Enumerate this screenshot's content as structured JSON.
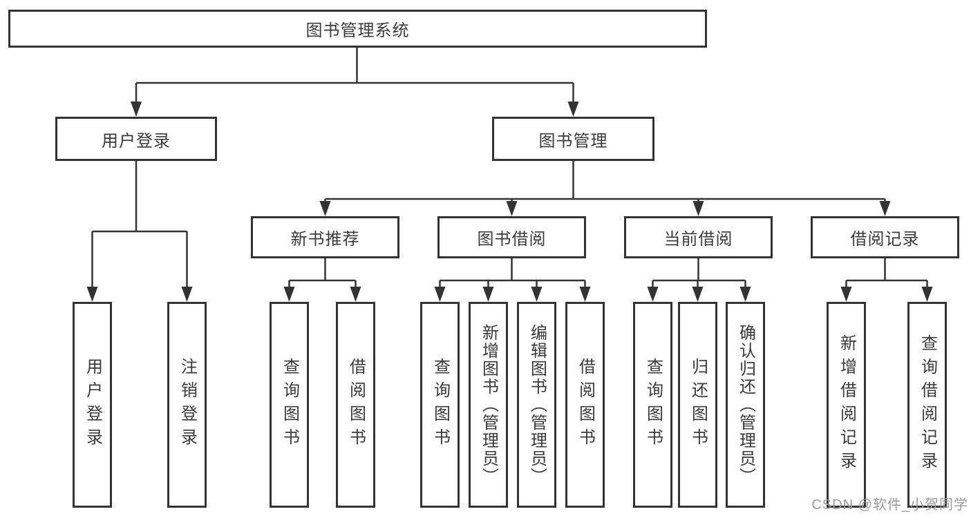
{
  "tree": {
    "root": {
      "label": "图书管理系统"
    },
    "branches": [
      {
        "label": "用户登录",
        "children": [
          {
            "label": "用户登录"
          },
          {
            "label": "注销登录"
          }
        ]
      },
      {
        "label": "图书管理",
        "groups": [
          {
            "label": "新书推荐",
            "children": [
              {
                "label": "查询图书"
              },
              {
                "label": "借阅图书"
              }
            ]
          },
          {
            "label": "图书借阅",
            "children": [
              {
                "label": "查询图书"
              },
              {
                "label": "新增图书（管理员）"
              },
              {
                "label": "编辑图书（管理员）"
              },
              {
                "label": "借阅图书"
              }
            ]
          },
          {
            "label": "当前借阅",
            "children": [
              {
                "label": "查询图书"
              },
              {
                "label": "归还图书"
              },
              {
                "label": "确认归还（管理员）"
              }
            ]
          },
          {
            "label": "借阅记录",
            "children": [
              {
                "label": "新增借阅记录"
              },
              {
                "label": "查询借阅记录"
              }
            ]
          }
        ]
      }
    ]
  },
  "watermark": {
    "text": "CSDN @软件_小贺同学"
  },
  "colors": {
    "line": "#333333",
    "text": "#3a3a3a",
    "box_background": "#ffffff",
    "watermark": "#9a9a9a"
  }
}
